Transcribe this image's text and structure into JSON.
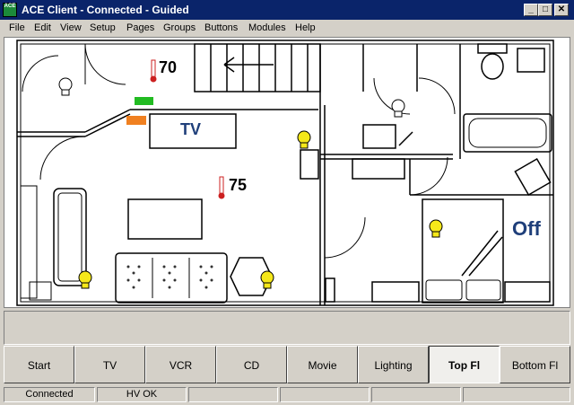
{
  "window": {
    "title": "ACE Client - Connected - Guided",
    "app_icon_text": "ACE"
  },
  "titlebar_buttons": {
    "minimize": "_",
    "maximize": "□",
    "close": "✕"
  },
  "menu": [
    {
      "label": "File"
    },
    {
      "label": "Edit"
    },
    {
      "label": "View"
    },
    {
      "label": "Setup"
    },
    {
      "label": "Pages"
    },
    {
      "label": "Groups"
    },
    {
      "label": "Buttons"
    },
    {
      "label": "Modules"
    },
    {
      "label": "Help"
    }
  ],
  "floorplan": {
    "thermostat_upstairs": "70",
    "thermostat_living": "75",
    "tv_label": "TV",
    "bedroom_status": "Off",
    "colors": {
      "wall": "#000000",
      "tv_text": "#1f3f7a",
      "bulb_on": "#f5e81a",
      "indicator_green": "#22bb22",
      "indicator_orange": "#f08020",
      "thermo_red": "#cc2020"
    }
  },
  "page_buttons": [
    {
      "label": "Start"
    },
    {
      "label": "TV"
    },
    {
      "label": "VCR"
    },
    {
      "label": "CD"
    },
    {
      "label": "Movie"
    },
    {
      "label": "Lighting"
    },
    {
      "label": "Top Fl"
    },
    {
      "label": "Bottom Fl"
    }
  ],
  "active_page": "Top Fl",
  "status": {
    "connection": "Connected",
    "hv": "HV OK"
  }
}
